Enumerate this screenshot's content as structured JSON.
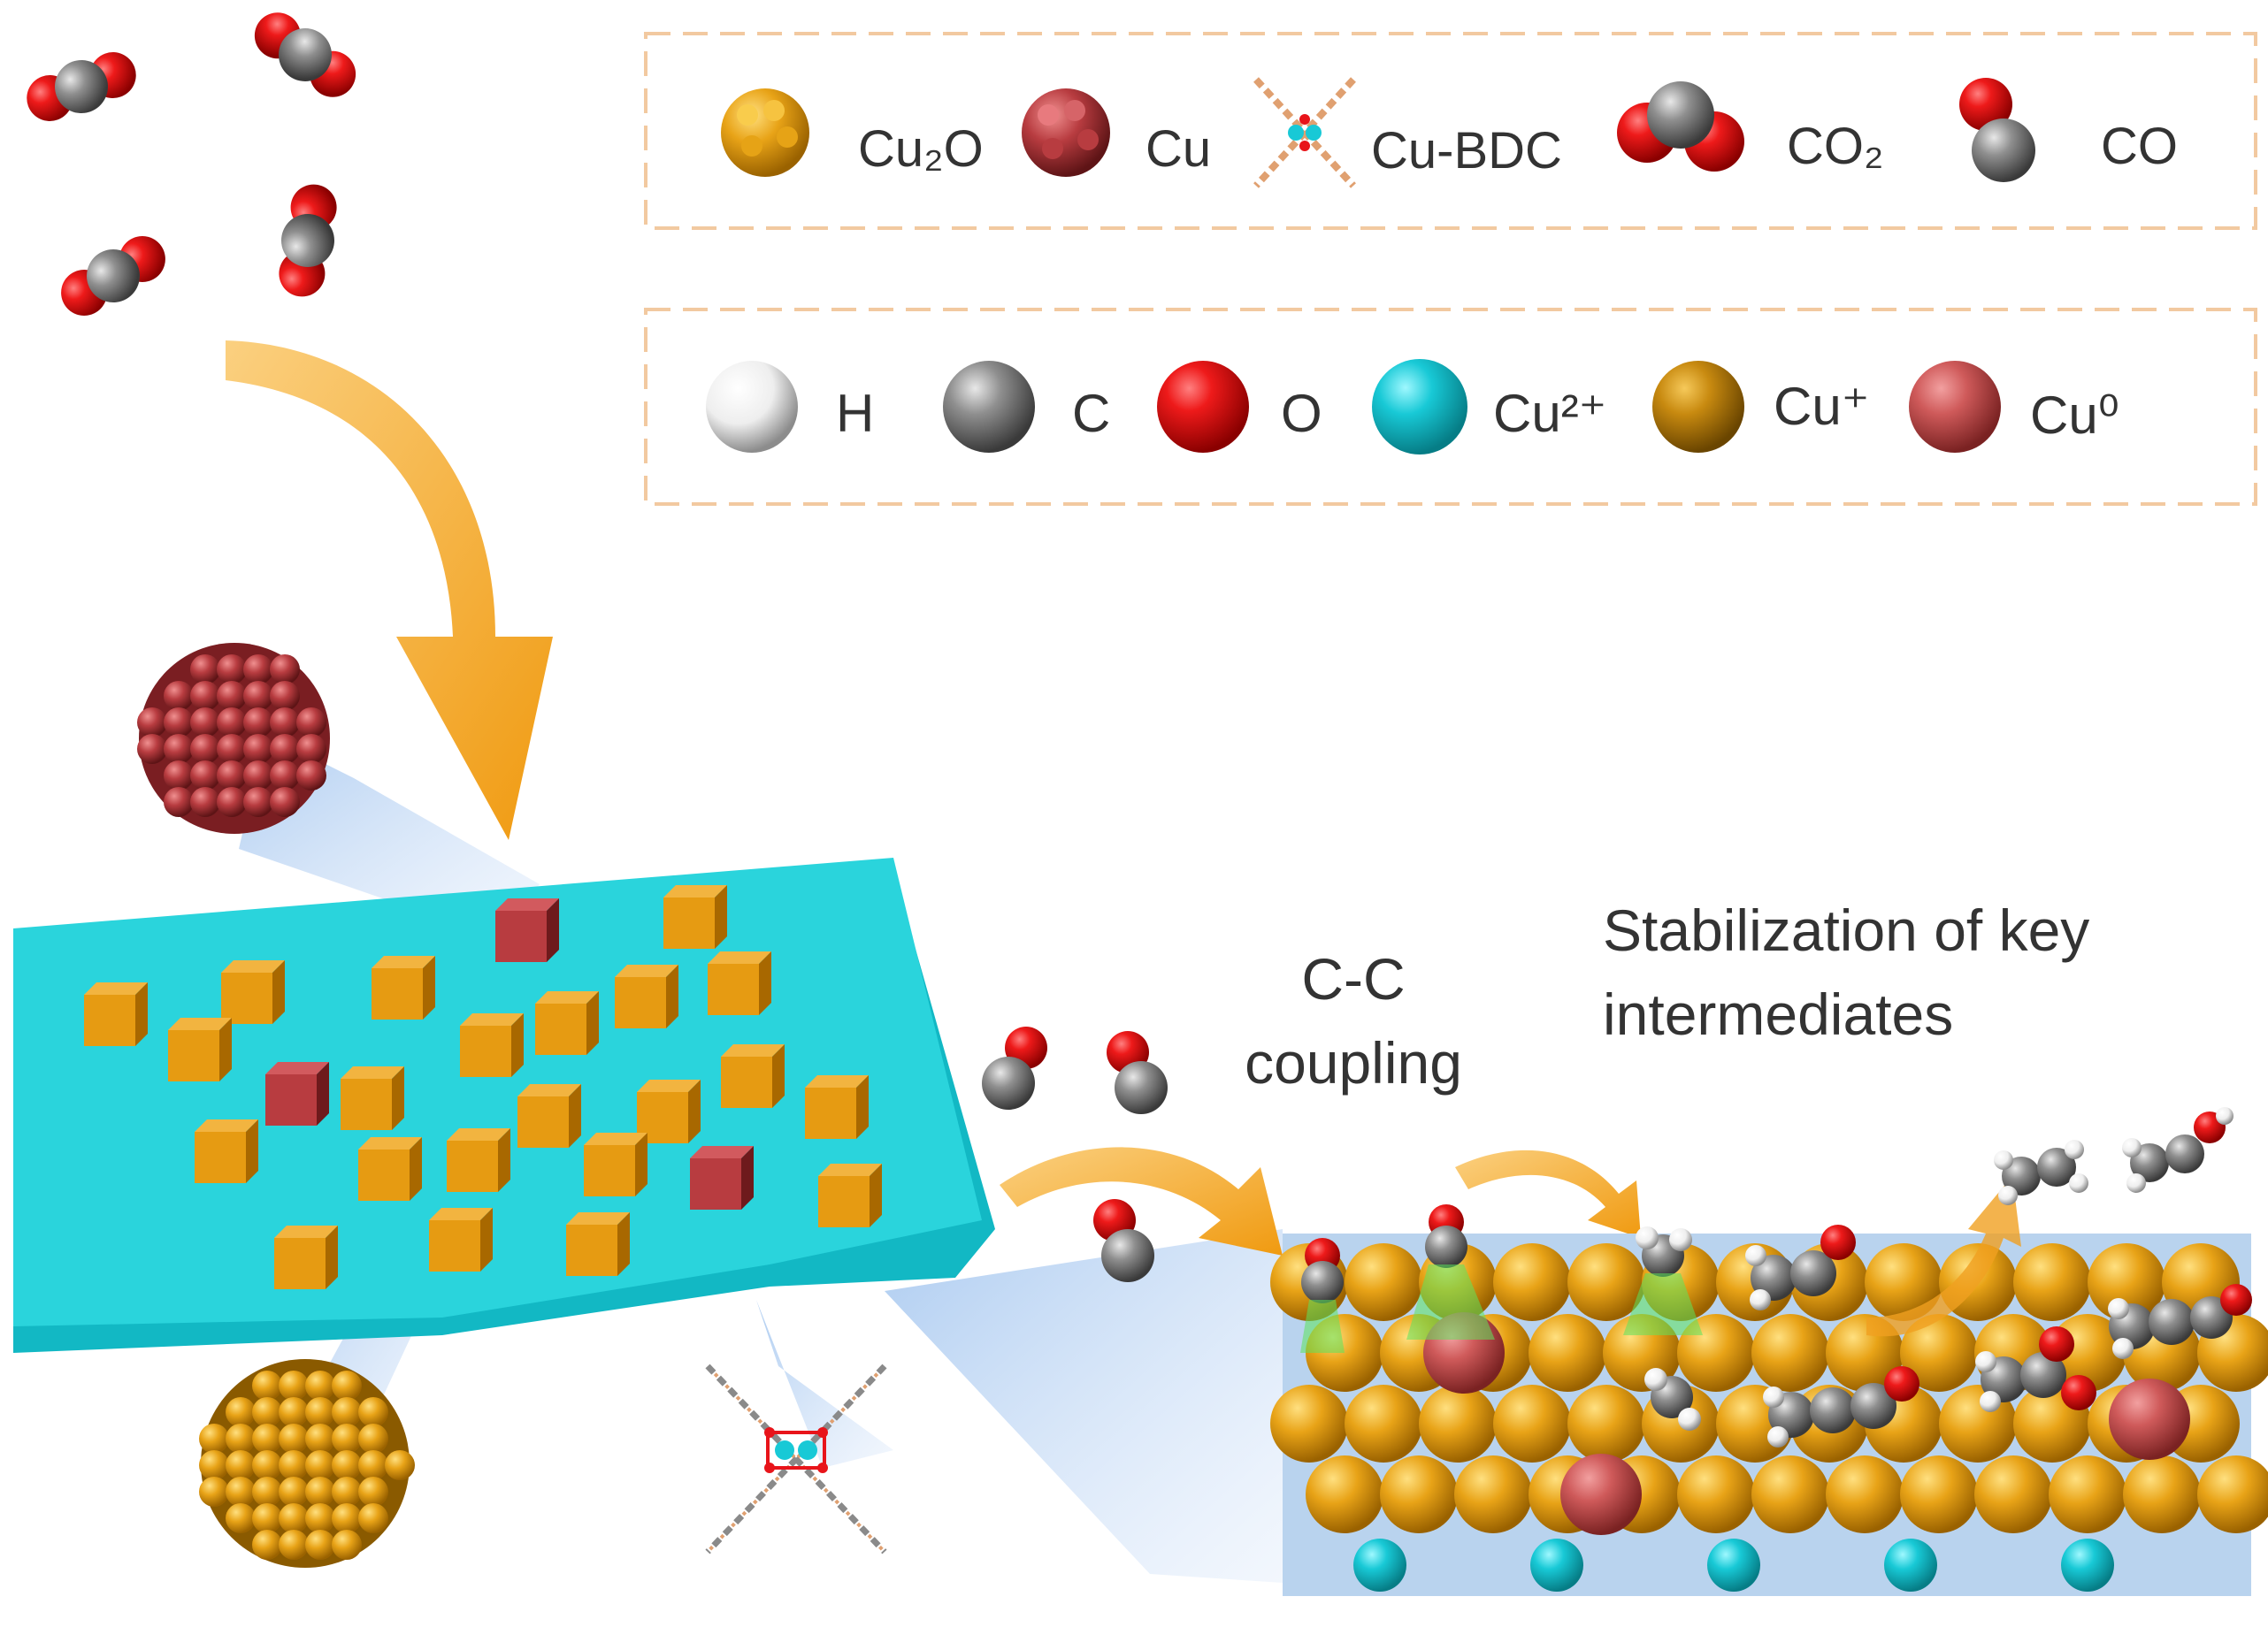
{
  "legend_materials": {
    "cu2o": "Cu₂O",
    "cu": "Cu",
    "cu_bdc": "Cu-BDC",
    "co2": "CO₂",
    "co": "CO"
  },
  "legend_atoms": {
    "h": "H",
    "c": "C",
    "o": "O",
    "cu2plus": "Cu²⁺",
    "cuplus": "Cu⁺",
    "cu0": "Cu⁰"
  },
  "annotations": {
    "cc_line1": "C-C",
    "cc_line2": "coupling",
    "stab_line1": "Stabilization of key",
    "stab_line2": "intermediates"
  },
  "colors": {
    "cu2o": "#e8a317",
    "cu": "#c0474a",
    "cu_bdc_substrate": "#2ad4dc",
    "oxygen": "#e8141a",
    "carbon": "#8a8a8a",
    "hydrogen": "#f2f2f2",
    "cu2plus": "#18c9d6",
    "cuplus": "#c88a10",
    "cu0": "#cf5a5a",
    "arrow": "#f0a020",
    "legend_border": "#f2c9a0"
  }
}
